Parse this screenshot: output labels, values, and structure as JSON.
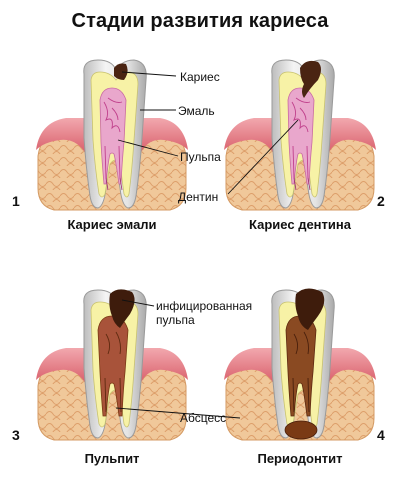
{
  "title": "Стадии развития кариеса",
  "stages": [
    {
      "number": "1",
      "caption": "Кариес эмали"
    },
    {
      "number": "2",
      "caption": "Кариес дентина"
    },
    {
      "number": "3",
      "caption": "Пульпит"
    },
    {
      "number": "4",
      "caption": "Периодонтит"
    }
  ],
  "labels": {
    "caries": "Кариес",
    "enamel": "Эмаль",
    "pulp": "Пульпа",
    "dentin": "Дентин",
    "infected_pulp_line1": "инфицированная",
    "infected_pulp_line2": "пульпа",
    "abscess": "Абсцесс"
  },
  "colors": {
    "gum": "#e0707a",
    "bone": "#f0c89a",
    "enamel": "#e2e2e2",
    "dentin": "#f7f2a6",
    "pulp": "#e9a7cc",
    "decay": "#4a2412",
    "infection": "#7a3a14"
  }
}
